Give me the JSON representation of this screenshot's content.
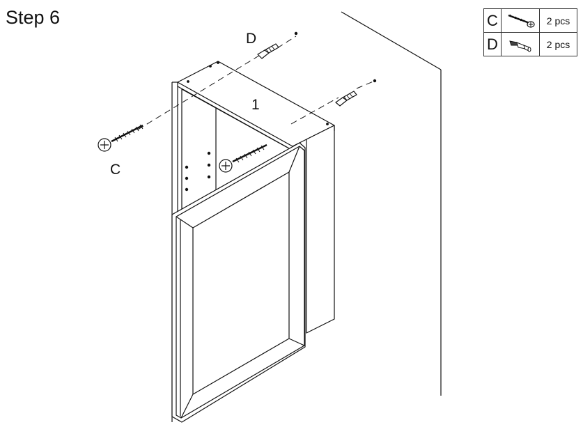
{
  "step_title": "Step 6",
  "parts": [
    {
      "letter": "C",
      "qty": "2 pcs",
      "icon": "screw-icon"
    },
    {
      "letter": "D",
      "qty": "2 pcs",
      "icon": "wall-plug-icon"
    }
  ],
  "labels": {
    "cabinet": "1",
    "screw": "C",
    "plug": "D"
  }
}
